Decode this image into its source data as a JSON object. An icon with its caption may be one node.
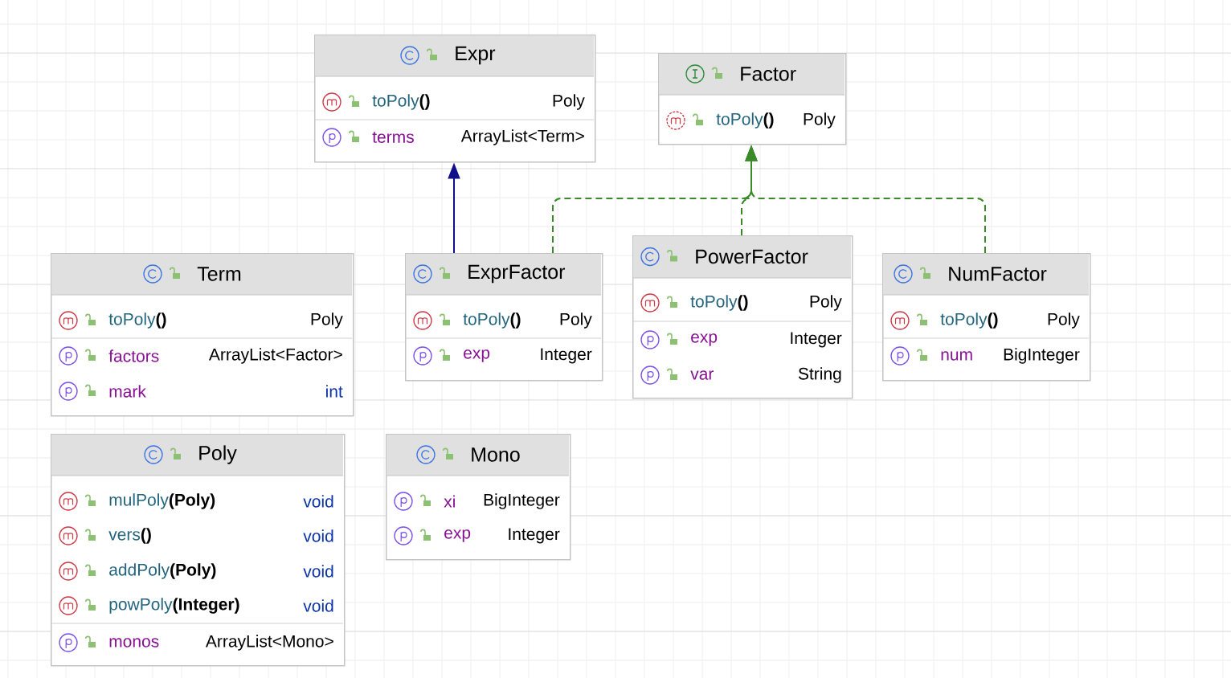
{
  "diagram": {
    "nodes": [
      {
        "text": [
          "Expr",
          "toPoly**()**",
          "Poly",
          "terms",
          "ArrayList<Term>"
        ]
      },
      {
        "text": [
          "Factor",
          "toPoly**()**",
          "Poly"
        ]
      },
      {
        "text": [
          "Term",
          "toPoly**()**",
          "Poly",
          "factors",
          "ArrayList<Factor>",
          "mark",
          "int"
        ]
      },
      {
        "text": [
          "ExprFactor",
          "toPoly**()**",
          "Poly",
          "exp",
          "Integer"
        ]
      },
      {
        "text": [
          "PowerFactor",
          "toPoly**()**",
          "Poly",
          "exp",
          "Integer",
          "var",
          "String"
        ]
      },
      {
        "text": [
          "NumFactor",
          "toPoly**()**",
          "Poly",
          "num",
          "BigInteger"
        ]
      },
      {
        "text": [
          "Poly",
          "mulPoly**(Poly)**",
          "void",
          "vers**()**",
          "void",
          "addPoly**(Poly)**",
          "void",
          "powPoly**(Integer)**",
          "void",
          "monos",
          "ArrayList<Mono>"
        ]
      },
      {
        "text": [
          "Mono",
          "xi",
          "BigInteger",
          "exp",
          "Integer"
        ]
      }
    ],
    "edges": [
      {
        "from": 3,
        "to": 0,
        "arrow": "to",
        "color": "#10108a"
      },
      {
        "from": 3,
        "to": 1,
        "arrow": "to",
        "style": "dashed"
      },
      {
        "from": 4,
        "to": 1,
        "arrow": "to",
        "style": "dashed"
      },
      {
        "from": 5,
        "to": 1,
        "arrow": "to",
        "style": "dashed"
      }
    ]
  }
}
